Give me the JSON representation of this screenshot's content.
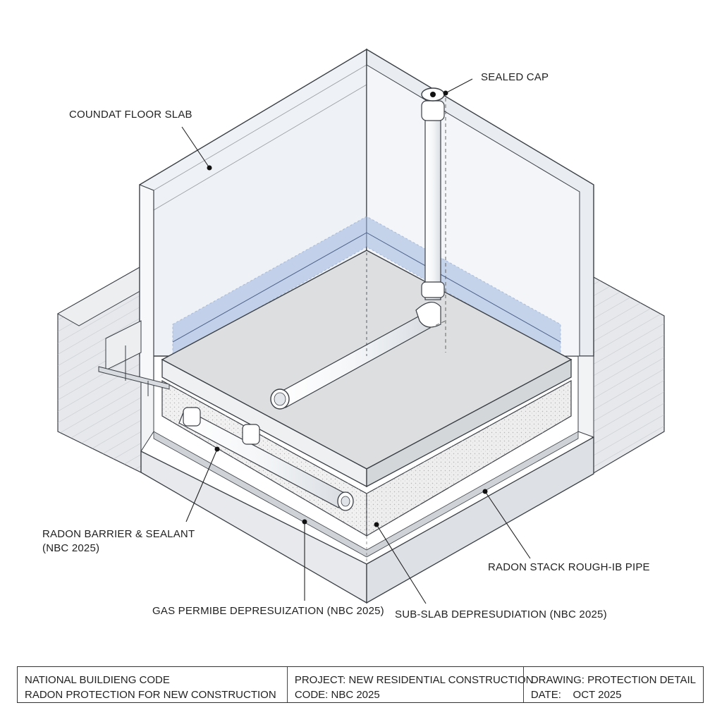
{
  "labels": {
    "floor_slab": "COUNDAT FLOOR SLAB",
    "sealed_cap": "SEALED CAP",
    "radon_barrier_line1": "RADON BARRIER & SEALANT",
    "radon_barrier_line2": "(NBC 2025)",
    "radon_stack": "RADON STACK ROUGH-IB PIPE",
    "gas_permeable": "GAS PERMIBE DEPRESUIZATION (NBC 2025)",
    "sub_slab": "SUB-SLAB DEPRESUDIATION (NBC 2025)"
  },
  "title_block": {
    "code_name": "NATIONAL BUILDIENG CODE",
    "subject": "RADON PROTECTION FOR NEW CONSTRUCTION",
    "project": "PROJECT: NEW RESIDENTIAL CONSTRUCTION",
    "code": "CODE: NBC 2025",
    "drawing": "DRAWING: PROTECTION DETAIL",
    "date": "DATE:    OCT 2025"
  },
  "colors": {
    "barrier_blue": "#9fb8e0",
    "wall": "#eef1f5",
    "soil": "#e4e6e9",
    "gravel": "#f1f1f1",
    "slab": "#dcdedf",
    "line": "#3a3f45"
  }
}
